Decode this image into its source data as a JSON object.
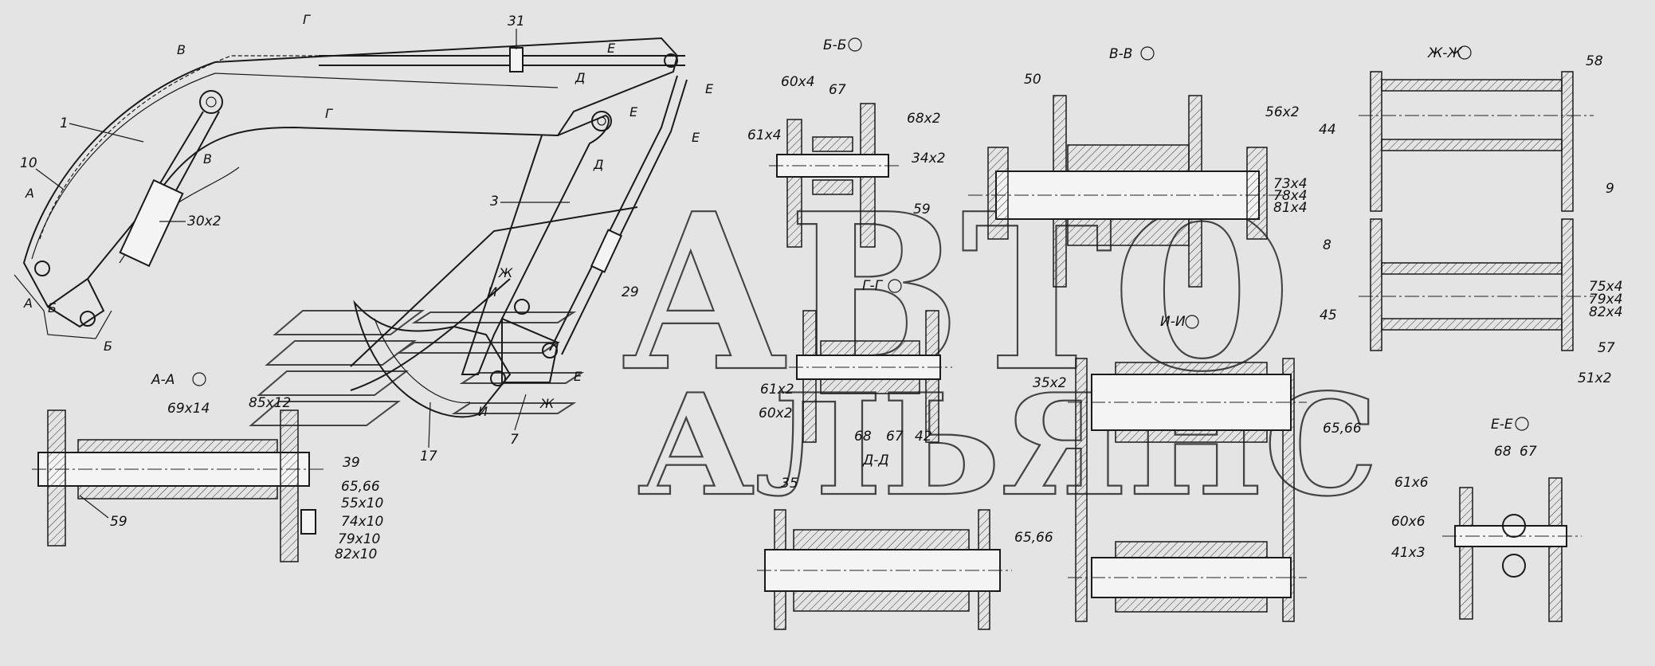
{
  "watermark": {
    "line1": "АВТО",
    "line2": "АЛЬЯНС"
  },
  "colors": {
    "background": "#e4e4e4",
    "lines": "#1a1a1a"
  },
  "sections": {
    "aa": "А-А",
    "bb": "Б-Б",
    "vv": "В-В",
    "gg": "Г-Г",
    "dd": "Д-Д",
    "ee": "Е-Е",
    "zhzh": "Ж-Ж",
    "ii": "И-И"
  },
  "cut_marks": [
    "Г",
    "В",
    "А",
    "А",
    "Б",
    "Б",
    "В",
    "Г",
    "Д",
    "Д",
    "Е",
    "Е",
    "Е",
    "Е",
    "Е",
    "Ж",
    "И",
    "И",
    "Ж"
  ],
  "labels": {
    "main": [
      "1",
      "10",
      "30x2",
      "3",
      "31",
      "29",
      "17",
      "7"
    ],
    "aa": [
      "69x14",
      "85x12",
      "39",
      "65,66",
      "55x10",
      "74x10",
      "79x10",
      "82x10",
      "59"
    ],
    "bb": [
      "60x4",
      "67",
      "61x4",
      "68x2",
      "34x2",
      "59"
    ],
    "vv": [
      "50",
      "56x2",
      "73x4",
      "78x4",
      "81x4"
    ],
    "zhzh": [
      "58",
      "44",
      "9",
      "8",
      "75x4",
      "79x4",
      "82x4",
      "45",
      "57",
      "51x2"
    ],
    "gg": [
      "61x2",
      "60x2",
      "68",
      "67",
      "42"
    ],
    "ii": [
      "35x2",
      "65,66"
    ],
    "dd": [
      "35",
      "65,66"
    ],
    "ee": [
      "61x6",
      "60x6",
      "41x3",
      "68",
      "67"
    ]
  }
}
